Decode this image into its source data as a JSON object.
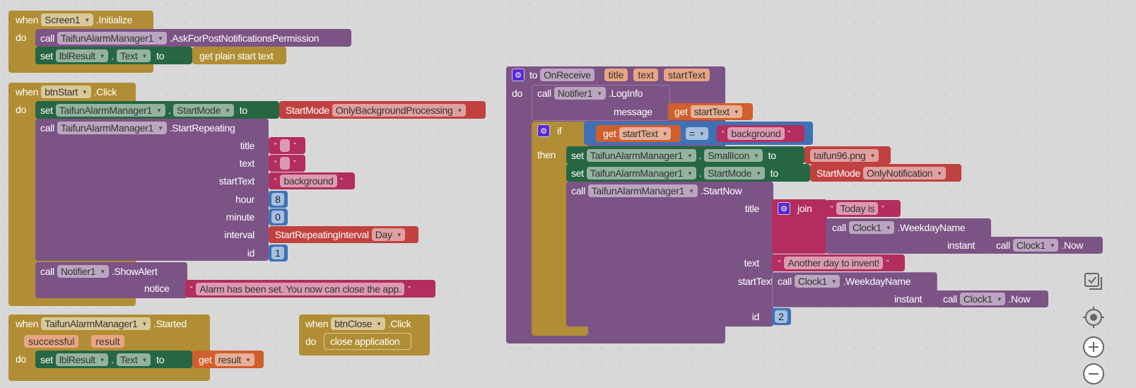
{
  "blocks": {
    "screen_init": {
      "when": "when",
      "component": "Screen1",
      "event": ".Initialize",
      "do": "do",
      "call1": {
        "kw": "call",
        "component": "TaifunAlarmManager1",
        "method": ".AskForPostNotificationsPermission"
      },
      "set1": {
        "kw": "set",
        "component": "lblResult",
        "sep": ".",
        "prop": "Text",
        "to": "to",
        "value": "get plain start text"
      }
    },
    "btnstart_click": {
      "when": "when",
      "component": "btnStart",
      "event": ".Click",
      "do": "do",
      "set1": {
        "kw": "set",
        "component": "TaifunAlarmManager1",
        "sep": ".",
        "prop": "StartMode",
        "to": "to",
        "enum": "StartMode",
        "enum_value": "OnlyBackgroundProcessing"
      },
      "call1": {
        "kw": "call",
        "component": "TaifunAlarmManager1",
        "method": ".StartRepeating",
        "args": {
          "title": "title",
          "text": "text",
          "startText": "startText",
          "hour": "hour",
          "minute": "minute",
          "interval": "interval",
          "id": "id"
        },
        "values": {
          "startText": "background",
          "hour": "8",
          "minute": "0",
          "interval_enum": "StartRepeatingInterval",
          "interval_value": "Day",
          "id": "1"
        }
      },
      "call2": {
        "kw": "call",
        "component": "Notifier1",
        "method": ".ShowAlert",
        "arg": "notice",
        "value": "Alarm has been set. You now can close the app."
      }
    },
    "started": {
      "when": "when",
      "component": "TaifunAlarmManager1",
      "event": ".Started",
      "params": [
        "successful",
        "result"
      ],
      "do": "do",
      "set1": {
        "kw": "set",
        "component": "lblResult",
        "sep": ".",
        "prop": "Text",
        "to": "to",
        "get": "get",
        "var": "result"
      }
    },
    "btnclose_click": {
      "when": "when",
      "component": "btnClose",
      "event": ".Click",
      "do": "do",
      "action": "close application"
    },
    "onreceive": {
      "to": "to",
      "name": "OnReceive",
      "params": [
        "title",
        "text",
        "startText"
      ],
      "do": "do",
      "log": {
        "kw": "call",
        "component": "Notifier1",
        "method": ".LogInfo",
        "arg": "message",
        "get": "get",
        "var": "startText"
      },
      "if": {
        "kw": "if",
        "then": "then",
        "get": "get",
        "var": "startText",
        "op": "=",
        "literal": "background"
      },
      "set1": {
        "kw": "set",
        "component": "TaifunAlarmManager1",
        "sep": ".",
        "prop": "SmallIcon",
        "to": "to",
        "value": "taifun96.png"
      },
      "set2": {
        "kw": "set",
        "component": "TaifunAlarmManager1",
        "sep": ".",
        "prop": "StartMode",
        "to": "to",
        "enum": "StartMode",
        "enum_value": "OnlyNotification"
      },
      "startnow": {
        "kw": "call",
        "component": "TaifunAlarmManager1",
        "method": ".StartNow",
        "args": {
          "title": "title",
          "text": "text",
          "startText": "startText",
          "id": "id"
        },
        "join": "join",
        "join_literal": "Today is",
        "weekday": {
          "kw": "call",
          "component": "Clock1",
          "method": ".WeekdayName",
          "arg": "instant",
          "now_kw": "call",
          "now_component": "Clock1",
          "now_method": ".Now"
        },
        "text_value": "Another day to invent!",
        "id_value": "2"
      }
    }
  },
  "controls": {
    "cleanup": "workspace-cleanup",
    "center": "recenter",
    "zoom_in": "+",
    "zoom_out": "−"
  }
}
